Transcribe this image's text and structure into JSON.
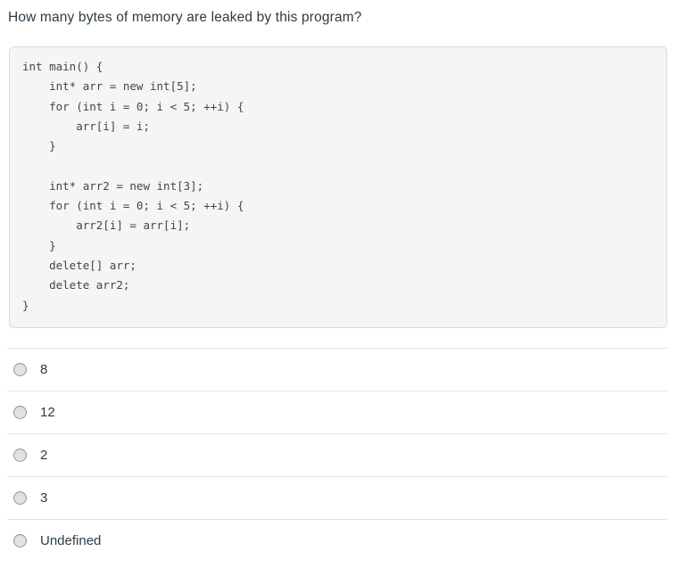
{
  "question": {
    "prompt": "How many bytes of memory are leaked by this program?",
    "code": "int main() {\n    int* arr = new int[5];\n    for (int i = 0; i < 5; ++i) {\n        arr[i] = i;\n    }\n\n    int* arr2 = new int[3];\n    for (int i = 0; i < 5; ++i) {\n        arr2[i] = arr[i];\n    }\n    delete[] arr;\n    delete arr2;\n}",
    "language": "cpp"
  },
  "answers": {
    "selected": null,
    "options": [
      {
        "id": "option-1",
        "label": "8",
        "selected": false
      },
      {
        "id": "option-2",
        "label": "12",
        "selected": false
      },
      {
        "id": "option-3",
        "label": "2",
        "selected": false
      },
      {
        "id": "option-4",
        "label": "3",
        "selected": false
      },
      {
        "id": "option-5",
        "label": "Undefined",
        "selected": false
      }
    ]
  },
  "colors": {
    "text": "#2d3b45",
    "code_background": "#f5f5f5",
    "code_border": "#d3dce3",
    "separator": "#e4e4e4",
    "radio_fill": "#e2e2e2",
    "radio_border": "#9a9a9a"
  }
}
